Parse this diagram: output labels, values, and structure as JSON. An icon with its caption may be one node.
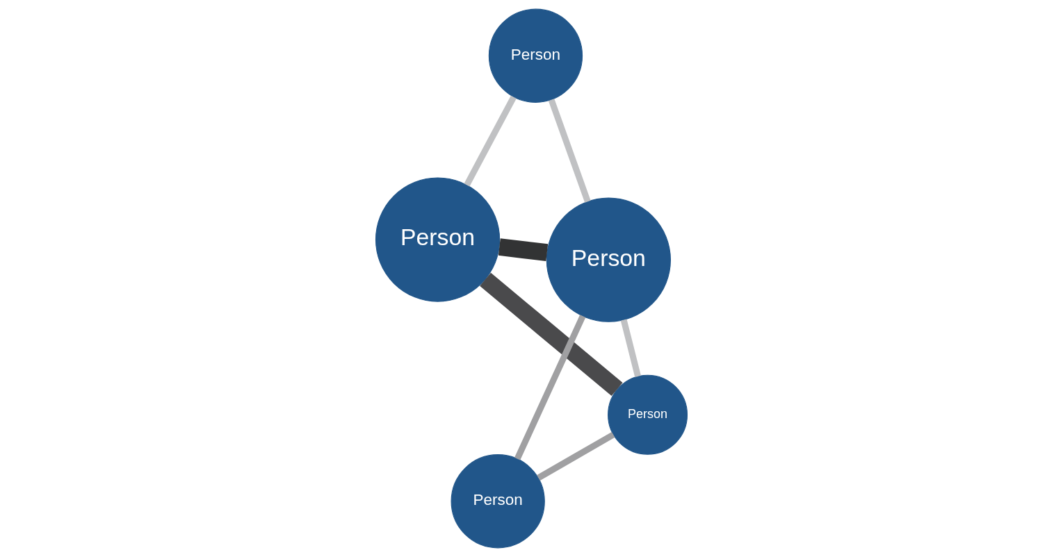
{
  "diagram": {
    "nodes": [
      {
        "text": [
          "Person"
        ]
      },
      {
        "text": [
          "Person"
        ]
      },
      {
        "text": [
          "Person"
        ]
      },
      {
        "text": [
          "Person"
        ]
      },
      {
        "text": [
          "Person"
        ]
      }
    ],
    "edges": [
      {
        "from": 0,
        "to": 1,
        "arrow": "none",
        "style": "thick",
        "color": "#4a4a4c"
      },
      {
        "from": 1,
        "to": 2,
        "arrow": "none",
        "color": "#a0a0a2"
      },
      {
        "from": 1,
        "to": 3,
        "arrow": "none"
      },
      {
        "from": 0,
        "to": 3,
        "arrow": "none",
        "style": "thick",
        "color": "#323334"
      },
      {
        "from": 3,
        "to": 2,
        "arrow": "none",
        "color": "#a0a0a2"
      },
      {
        "from": 0,
        "to": 4,
        "arrow": "none"
      },
      {
        "from": 4,
        "to": 3,
        "arrow": "none"
      }
    ]
  }
}
